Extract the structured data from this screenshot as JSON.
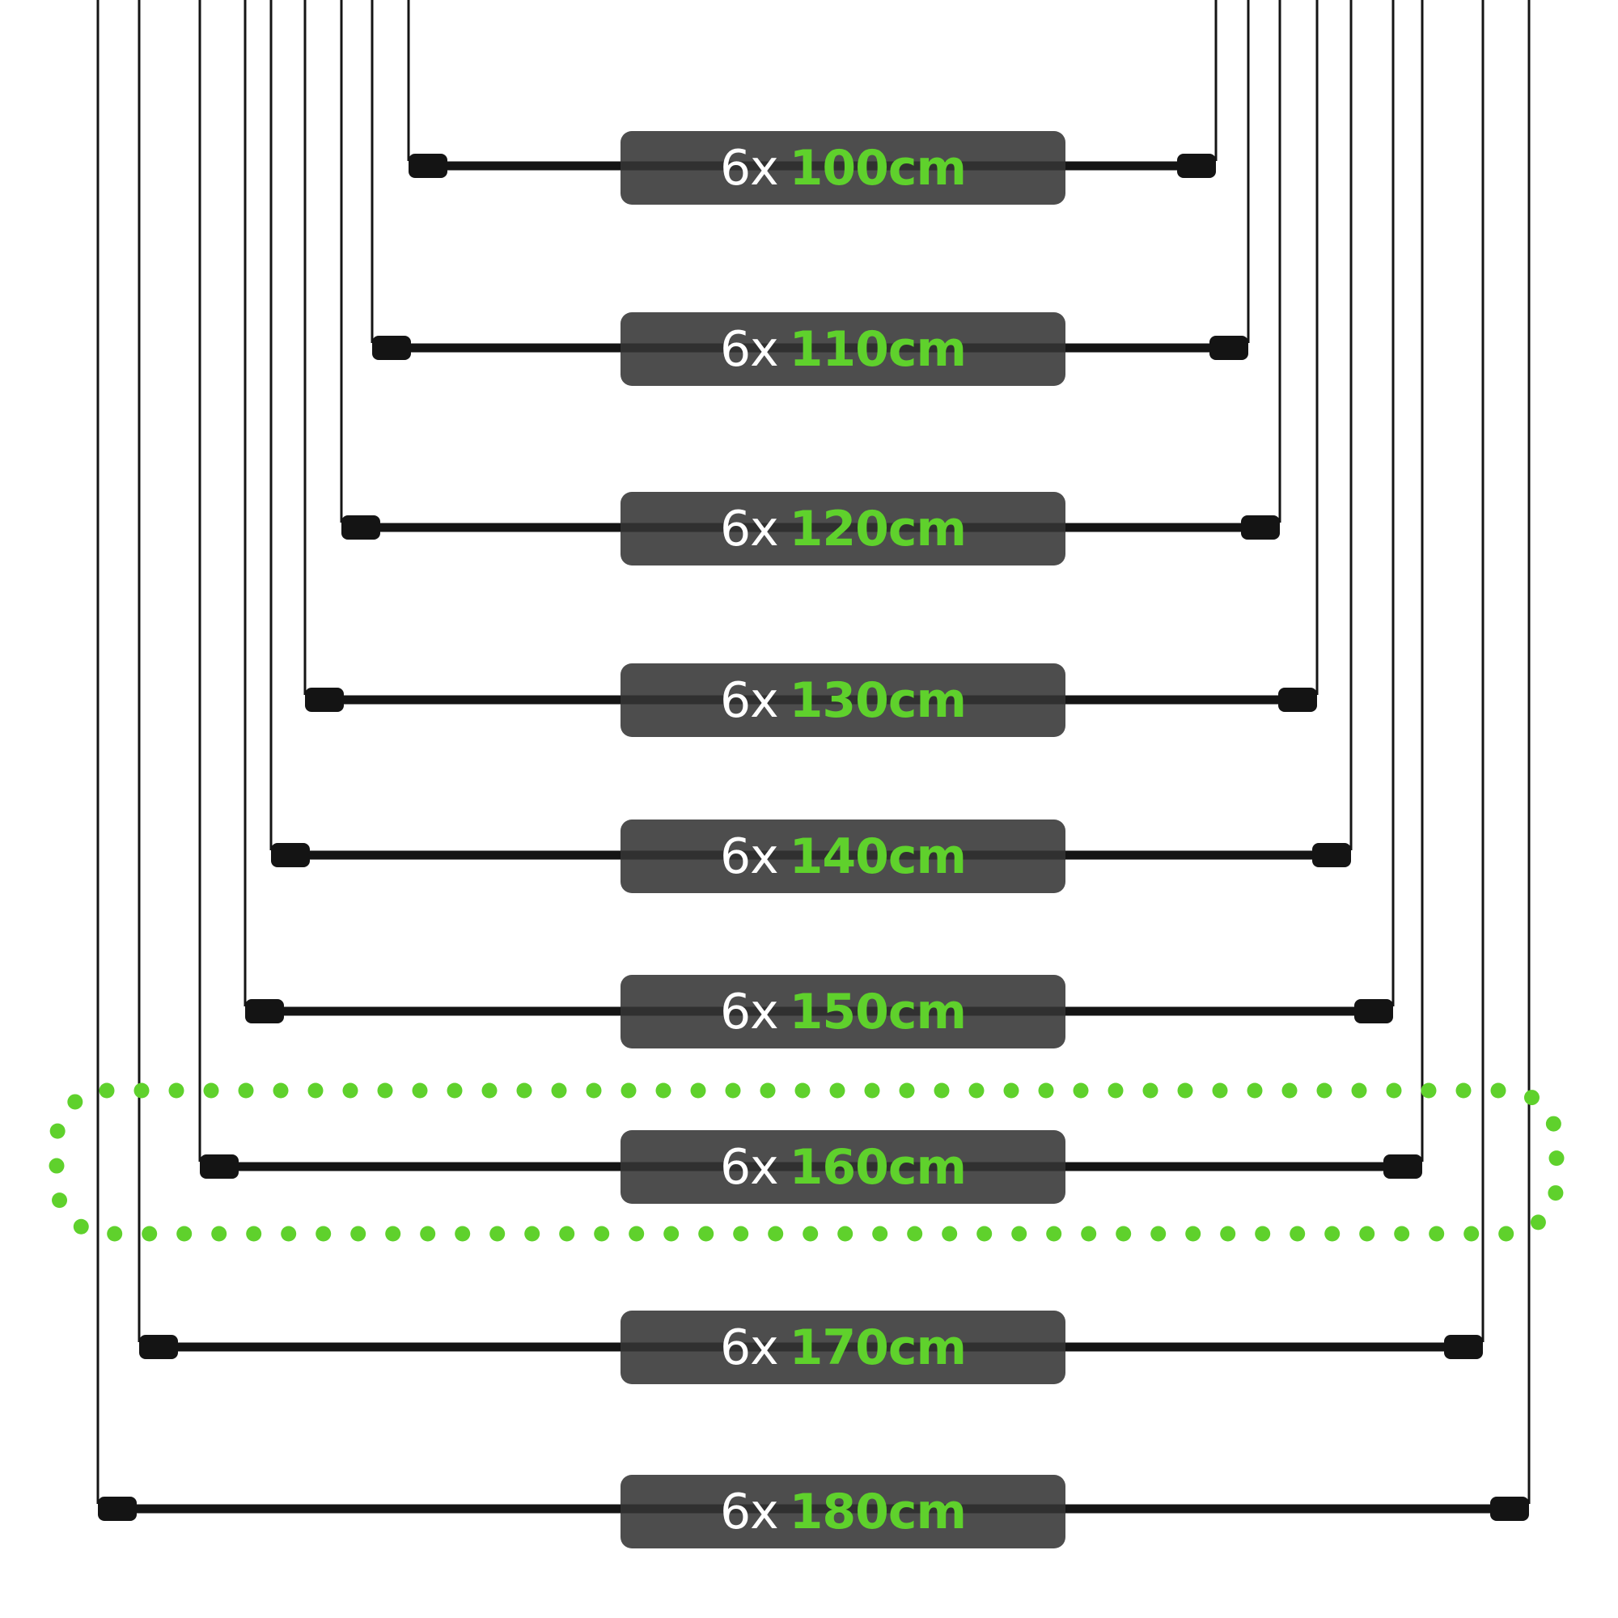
{
  "colors": {
    "accent": "#5fd12c",
    "rod": "#141414",
    "label_bg": "#343434",
    "label_text": "#ffffff",
    "background": "#ffffff"
  },
  "highlighted_rod": "160cm",
  "rods": [
    {
      "quantity": "6x",
      "length": "100cm"
    },
    {
      "quantity": "6x",
      "length": "110cm"
    },
    {
      "quantity": "6x",
      "length": "120cm"
    },
    {
      "quantity": "6x",
      "length": "130cm"
    },
    {
      "quantity": "6x",
      "length": "140cm"
    },
    {
      "quantity": "6x",
      "length": "150cm"
    },
    {
      "quantity": "6x",
      "length": "160cm"
    },
    {
      "quantity": "6x",
      "length": "170cm"
    },
    {
      "quantity": "6x",
      "length": "180cm"
    }
  ]
}
